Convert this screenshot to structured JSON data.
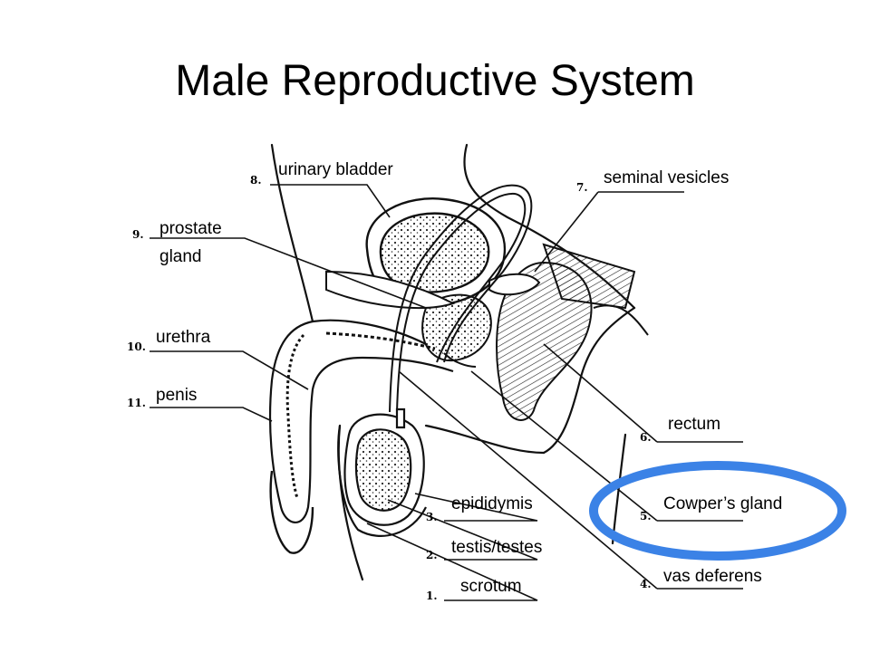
{
  "slide": {
    "title": "Male Reproductive System",
    "highlight_color": "#3b82e6"
  },
  "labels": [
    {
      "id": "urinary-bladder",
      "number": "8.",
      "text": "urinary bladder"
    },
    {
      "id": "seminal-vesicles",
      "number": "7.",
      "text": "seminal vesicles"
    },
    {
      "id": "prostate-gland",
      "number": "9.",
      "text": "prostate",
      "text2": "gland"
    },
    {
      "id": "urethra",
      "number": "10.",
      "text": "urethra"
    },
    {
      "id": "penis",
      "number": "11.",
      "text": "penis"
    },
    {
      "id": "rectum",
      "number": "6.",
      "text": "rectum"
    },
    {
      "id": "epididymis",
      "number": "3.",
      "text": "epididymis"
    },
    {
      "id": "cowpers-gland",
      "number": "5.",
      "text": "Cowper’s gland"
    },
    {
      "id": "testis",
      "number": "2.",
      "text": "testis/testes"
    },
    {
      "id": "scrotum",
      "number": "1.",
      "text": "scrotum"
    },
    {
      "id": "vas-deferens",
      "number": "4.",
      "text": "vas deferens"
    }
  ]
}
